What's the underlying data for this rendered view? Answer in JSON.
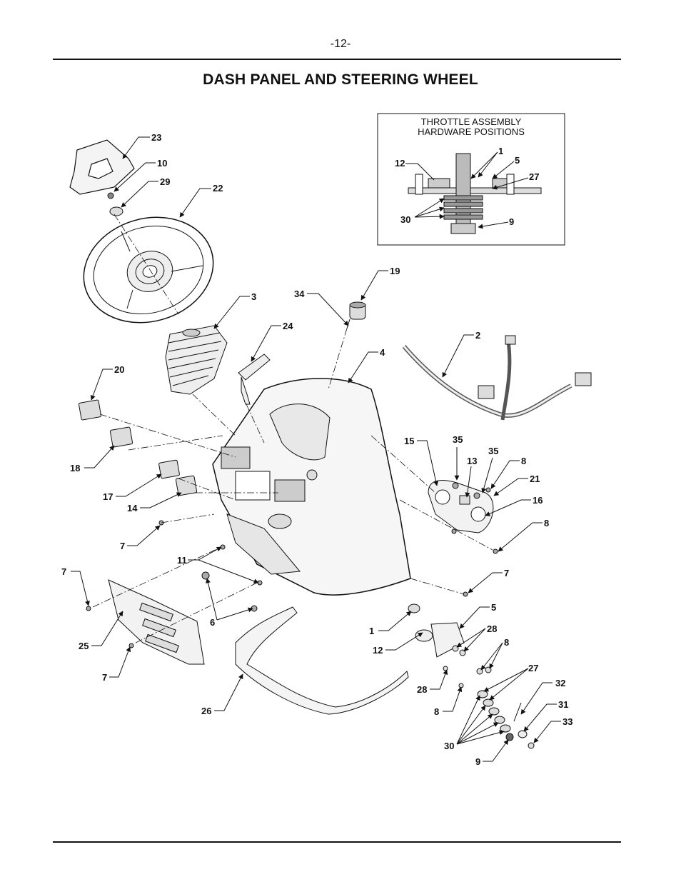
{
  "page": {
    "number": "-12-",
    "title": "DASH PANEL AND STEERING WHEEL"
  },
  "inset": {
    "line1": "THROTTLE ASSEMBLY",
    "line2": "HARDWARE POSITIONS",
    "labels": [
      "12",
      "1",
      "5",
      "27",
      "30",
      "9"
    ]
  },
  "callouts": [
    "23",
    "10",
    "29",
    "22",
    "3",
    "24",
    "19",
    "34",
    "2",
    "4",
    "20",
    "18",
    "17",
    "14",
    "15",
    "35",
    "13",
    "35",
    "8",
    "21",
    "16",
    "8",
    "7",
    "11",
    "7",
    "6",
    "25",
    "7",
    "26",
    "7",
    "5",
    "1",
    "12",
    "28",
    "8",
    "27",
    "28",
    "8",
    "32",
    "31",
    "33",
    "30",
    "9"
  ]
}
